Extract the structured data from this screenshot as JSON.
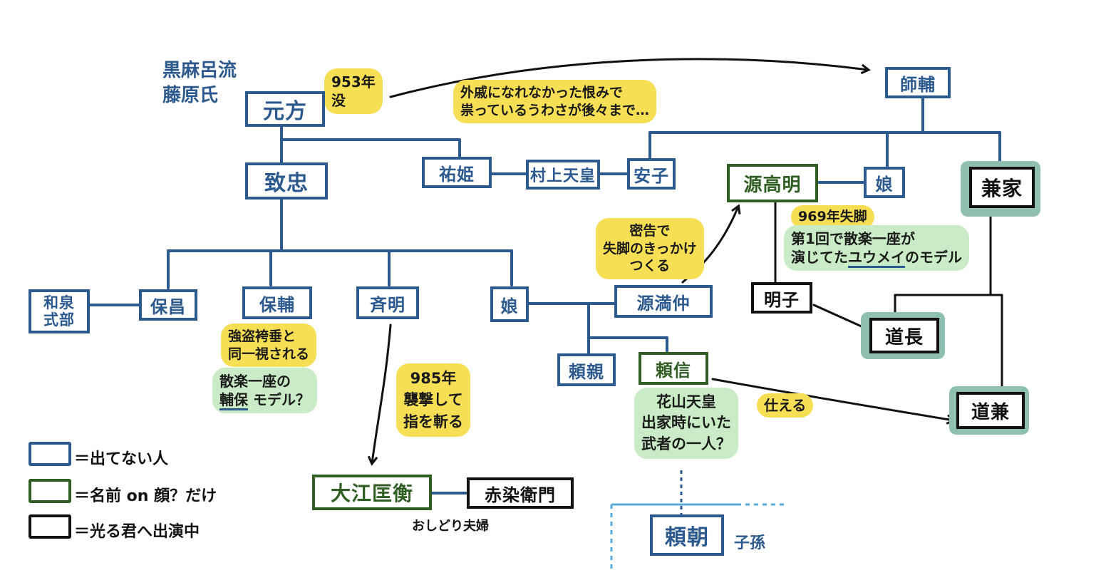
{
  "clan_label": {
    "line1": "黒麻呂流",
    "line2": "藤原氏"
  },
  "nodes": {
    "motokata": "元方",
    "munetada": "致忠",
    "sukehime": "祐姫",
    "murakami": "村上天皇",
    "anshi": "安子",
    "morosuke": "師輔",
    "takaakira": "源高明",
    "musume_r": "娘",
    "kaneie": "兼家",
    "izumi": "和泉\n式部",
    "yasumasa": "保昌",
    "yasusuke": "保輔",
    "tadaakira": "斉明",
    "musume_l": "娘",
    "mitsunaka": "源満仲",
    "akiko": "明子",
    "michinaga": "道長",
    "yorichika": "頼親",
    "yorinobu": "頼信",
    "michikane": "道兼",
    "oe": "大江匡衡",
    "akazome": "赤染衛門",
    "yoritomo": "頼朝"
  },
  "notes": {
    "motokata_death": "953年\n没",
    "grudge": "外戚になれなかった恨みで\n祟っているうわさが後々まで…",
    "mitsunaka_plot": "密告で\n失脚のきっかけ\nつくる",
    "takaakira_fall": "969年失脚",
    "takaakira_model_pre": "第1回で散楽一座が\n演じてた",
    "takaakira_model_u": "ユウメイ",
    "takaakira_model_post": "のモデル",
    "yasusuke_a": "強盗袴垂と\n同一視される",
    "yasusuke_b_pre": "散楽一座の\n",
    "yasusuke_b_u": "輔保",
    "yasusuke_b_post": " モデル？",
    "tadaakira_985": "985年\n襲撃して\n指を斬る",
    "yorinobu_kazan": "花山天皇\n出家時にいた\n武者の一人？",
    "serves": "仕える"
  },
  "labels": {
    "oshidori": "おしどり夫婦",
    "shison": "子孫"
  },
  "legend": [
    {
      "color": "#2d5a8e",
      "text": "＝出てない人"
    },
    {
      "color": "#2f5e22",
      "text": "＝名前 on 顔？だけ"
    },
    {
      "color": "#111111",
      "text": "＝光る君へ出演中"
    }
  ],
  "colors": {
    "blue": "#2d5a8e",
    "green": "#2f5e22",
    "black": "#111111",
    "yellow": "#f6df54",
    "mint": "#c9ecc6",
    "teal": "#8fbfb1",
    "dotted": "#5aa9d6"
  }
}
